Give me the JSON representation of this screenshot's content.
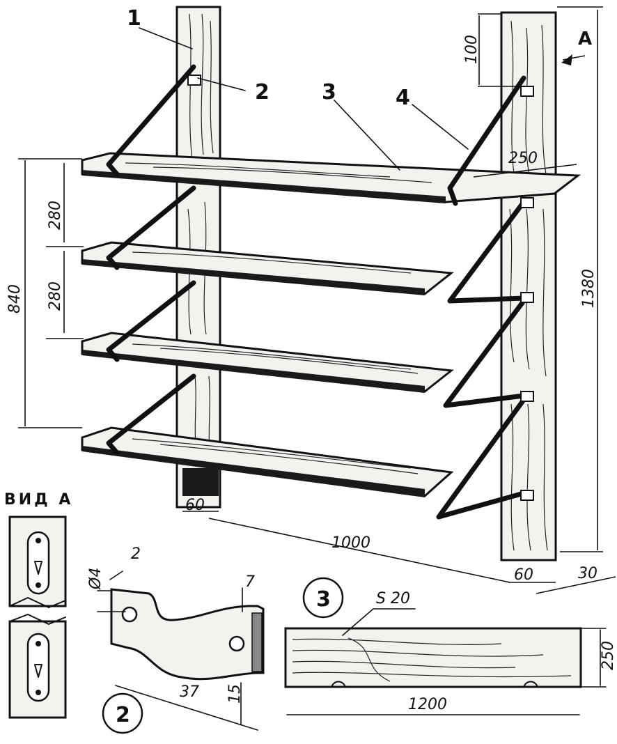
{
  "part_labels": {
    "post": "1",
    "plate": "2",
    "shelf": "3",
    "rod": "4"
  },
  "dimensions": {
    "top_gap": "100",
    "depth": "250",
    "spacing_1": "280",
    "spacing_2": "280",
    "shelf_span": "840",
    "height": "1380",
    "post_width_left": "60",
    "post_width_right": "60",
    "length": "1000",
    "thickness": "30"
  },
  "view": {
    "title": "ВИД А",
    "arrow_letter": "А"
  },
  "plate_detail": {
    "number": "2",
    "hole": "Ø4",
    "thickness": "2",
    "bend": "7",
    "length": "37",
    "height": "15"
  },
  "shelf_detail": {
    "number": "3",
    "thickness": "S 20",
    "width": "250",
    "length": "1200"
  }
}
